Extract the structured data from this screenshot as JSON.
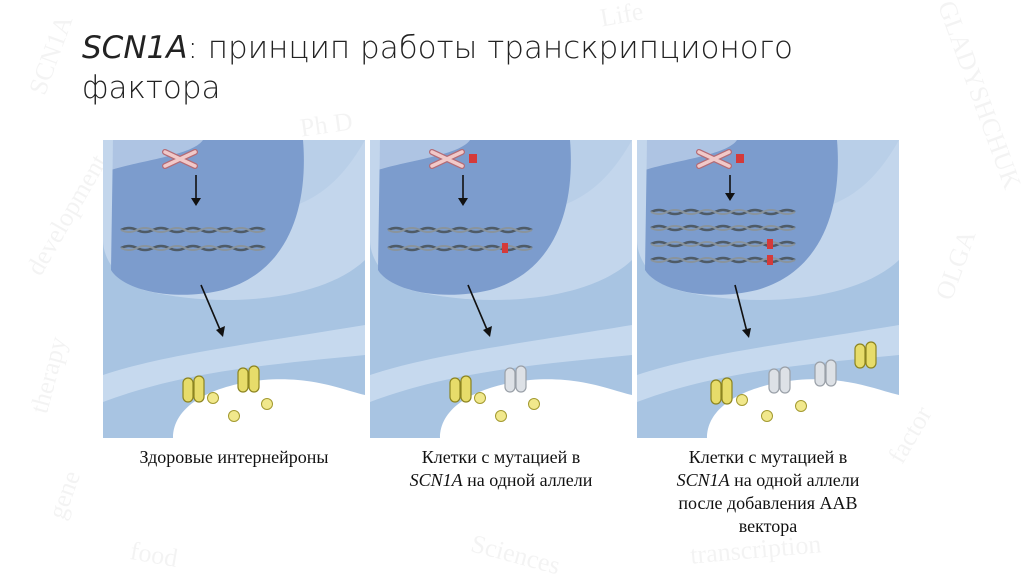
{
  "slide": {
    "title_gene": "SCN1A",
    "title_rest": ": принцип работы транскрипционого",
    "title_line2": "фактора"
  },
  "panels": [
    {
      "caption_line1": "Здоровые интернейроны",
      "caption_gene": "",
      "caption_line2_rest": "",
      "caption_line3": "",
      "caption_line4": "",
      "mutated_channels": 0
    },
    {
      "caption_line1": "Клетки с мутацией в",
      "caption_gene": "SCN1A",
      "caption_line2_rest": " на одной аллели",
      "caption_line3": "",
      "caption_line4": "",
      "mutated_channels": 1
    },
    {
      "caption_line1": "Клетки с мутацией в",
      "caption_gene": "SCN1A",
      "caption_line2_rest": " на одной аллели",
      "caption_line3": "после добавления ААВ",
      "caption_line4": "вектора",
      "mutated_channels": 2
    }
  ],
  "watermark_words": [
    "SCN1A",
    "development",
    "therapy",
    "GLADYSHCHUK",
    "OLGA",
    "Life",
    "factor",
    "transcription",
    "Sciences",
    "gene",
    "Ph D",
    "food"
  ],
  "colors": {
    "cytoplasm": "#a8c4e2",
    "nucleus": "#7c9ccd",
    "membrane": "#c9dcef",
    "channel_healthy": "#e7dc6a",
    "channel_mutant": "#dde1e6",
    "mutation_mark": "#d43a3a",
    "dna": "#4f5b66",
    "chromosome": "#f1c9c9"
  }
}
